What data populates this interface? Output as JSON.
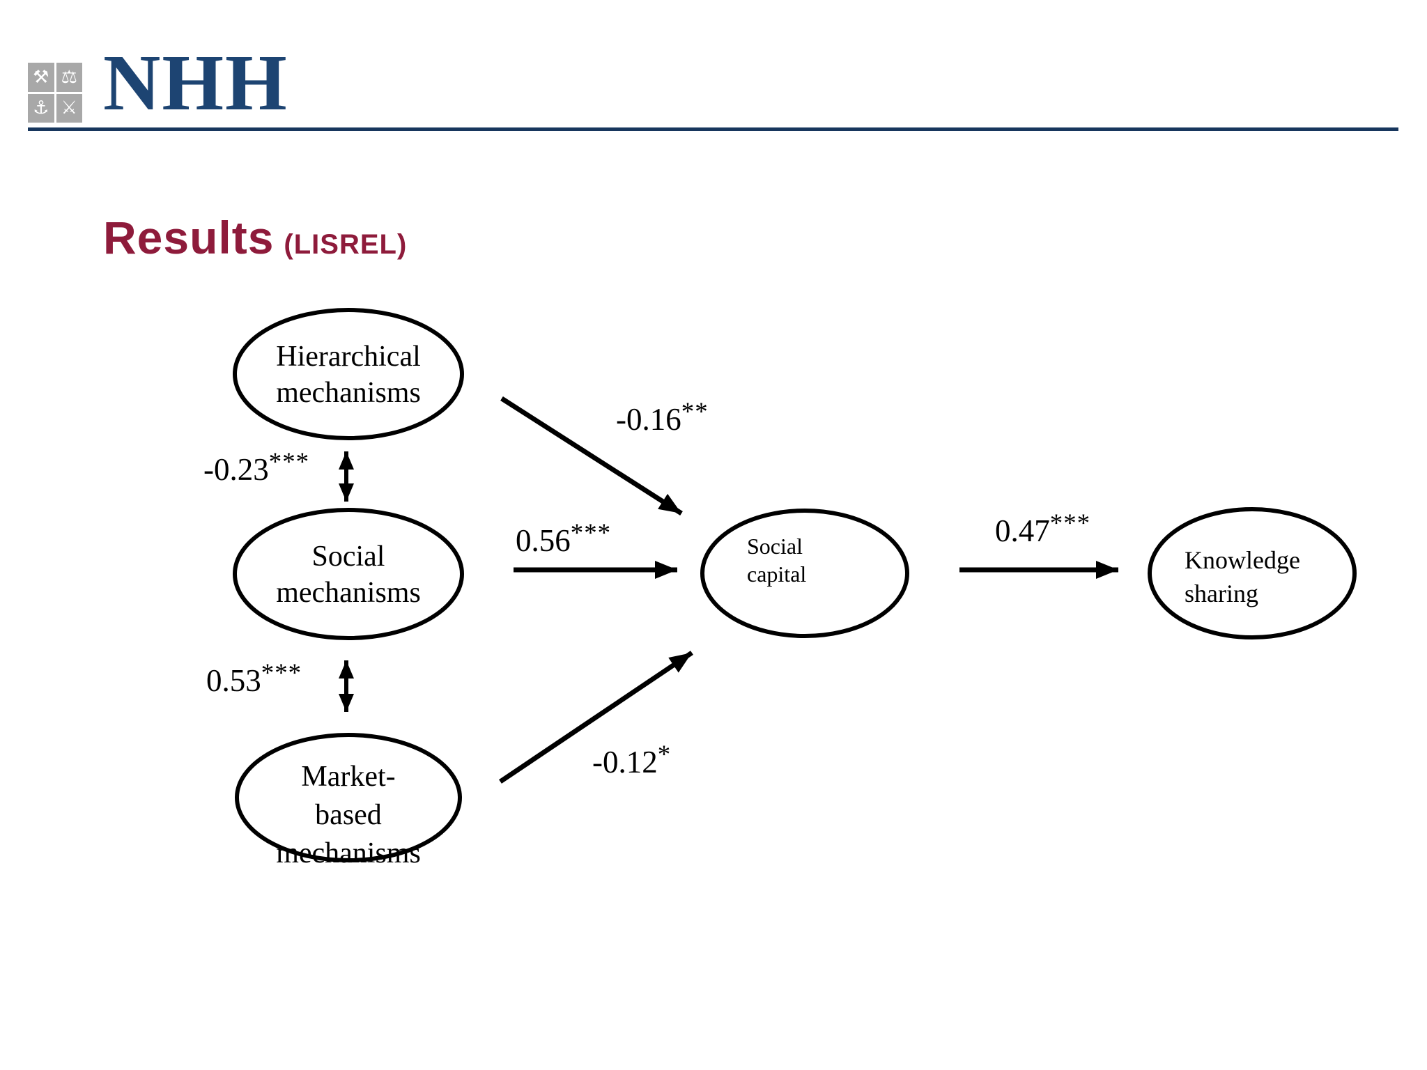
{
  "header": {
    "logo_text": "NHH",
    "emblem": [
      {
        "name": "crossed-hammers-icon",
        "glyph": "⚒"
      },
      {
        "name": "scales-icon",
        "glyph": "⚖"
      },
      {
        "name": "anchor-icon",
        "glyph": "⚓"
      },
      {
        "name": "crossed-fish-icon",
        "glyph": "⚔"
      }
    ]
  },
  "title": {
    "main": "Results",
    "suffix": "(LISREL)"
  },
  "colors": {
    "title_maroon": "#8e1b3b",
    "header_navy": "#17365d",
    "logo_blue": "#1d4472",
    "diagram_black": "#000000"
  },
  "diagram": {
    "nodes": [
      {
        "id": "hierarchical-mechanisms",
        "lines": [
          "Hierarchical",
          "mechanisms"
        ]
      },
      {
        "id": "social-mechanisms",
        "lines": [
          "Social",
          "mechanisms"
        ]
      },
      {
        "id": "market-based-mechanisms",
        "lines": [
          "Market-",
          "based",
          "mechanisms"
        ]
      },
      {
        "id": "social-capital",
        "lines": [
          "Social",
          "capital"
        ]
      },
      {
        "id": "knowledge-sharing",
        "lines": [
          "Knowledge",
          "sharing"
        ]
      }
    ],
    "paths": [
      {
        "from": "hierarchical-mechanisms",
        "to": "social-capital",
        "value": "-0.16",
        "stars": "**"
      },
      {
        "from": "social-mechanisms",
        "to": "social-capital",
        "value": "0.56",
        "stars": "***"
      },
      {
        "from": "market-based-mechanisms",
        "to": "social-capital",
        "value": "-0.12",
        "stars": "*"
      },
      {
        "from": "social-capital",
        "to": "knowledge-sharing",
        "value": "0.47",
        "stars": "***"
      }
    ],
    "covariances": [
      {
        "between": [
          "hierarchical-mechanisms",
          "social-mechanisms"
        ],
        "value": "-0.23",
        "stars": "***"
      },
      {
        "between": [
          "social-mechanisms",
          "market-based-mechanisms"
        ],
        "value": "0.53",
        "stars": "***"
      }
    ]
  }
}
